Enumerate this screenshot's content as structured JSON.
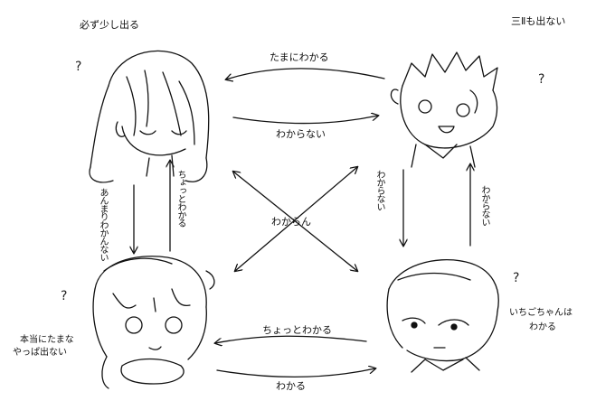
{
  "labels": {
    "top_left_note": "必ず少し出る",
    "top_right_note": "三Ⅱも出ない",
    "top_arrow_upper": "たまにわかる",
    "top_arrow_lower": "わからない",
    "left_down": "あんまりわかんない",
    "left_up": "ちょっとわかる",
    "right_down": "わからない",
    "right_up": "わからない",
    "center": "わからん",
    "bottom_arrow_upper": "ちょっとわかる",
    "bottom_arrow_lower": "わかる",
    "bottom_left_note_1": "本当にたまな",
    "bottom_left_note_2": "やっぱ出ない",
    "bottom_right_note_1": "いちごちゃんは",
    "bottom_right_note_2": "わかる",
    "question_mark": "?"
  }
}
